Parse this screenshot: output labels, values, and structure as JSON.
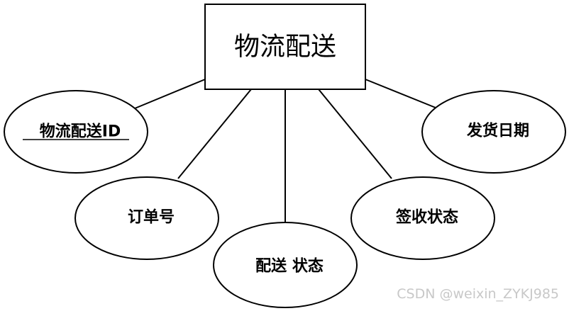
{
  "entity": {
    "name": "物流配送"
  },
  "attributes": {
    "id": "物流配送ID",
    "order_no": "订单号",
    "delivery_status": "配送 状态",
    "sign_status": "签收状态",
    "ship_date": "发货日期"
  },
  "watermark": "CSDN @weixin_ZYKJ985"
}
